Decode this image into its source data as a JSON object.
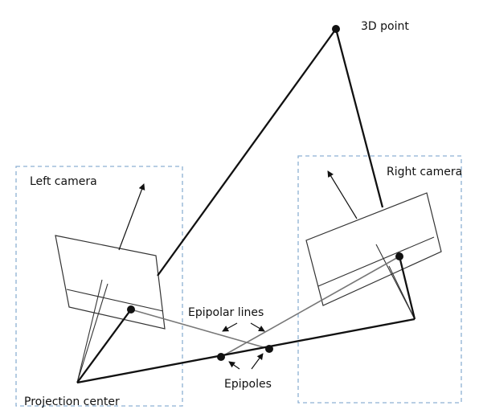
{
  "labels": {
    "point_3d": "3D point",
    "left_camera": "Left camera",
    "right_camera": "Right camera",
    "epipolar_lines": "Epipolar lines",
    "epipoles": "Epipoles",
    "projection_center": "Projection center"
  },
  "colors": {
    "line": "#111111",
    "frame_dashed": "#8db0d3",
    "epipolar_line": "#777777",
    "background": "#ffffff"
  }
}
